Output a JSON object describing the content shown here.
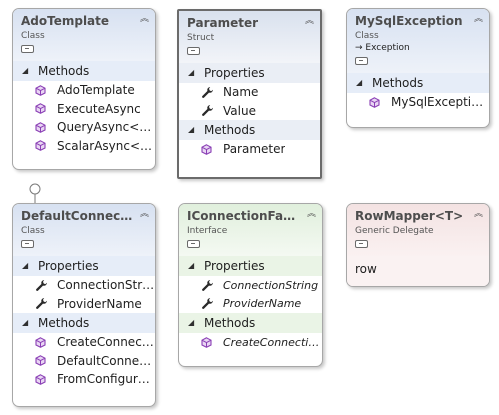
{
  "shapes": {
    "ado": {
      "title": "AdoTemplate",
      "stereotype": "Class",
      "sections": [
        {
          "label": "Methods",
          "members": [
            "AdoTemplate",
            "ExecuteAsync",
            "QueryAsync<T>",
            "ScalarAsync<T>"
          ]
        }
      ]
    },
    "param": {
      "title": "Parameter",
      "stereotype": "Struct",
      "sections": [
        {
          "label": "Properties",
          "members": [
            "Name",
            "Value"
          ]
        },
        {
          "label": "Methods",
          "members": [
            "Parameter"
          ]
        }
      ]
    },
    "mysql": {
      "title": "MySqlException",
      "stereotype": "Class",
      "base": "Exception",
      "sections": [
        {
          "label": "Methods",
          "members": [
            "MySqlExceptio..."
          ]
        }
      ]
    },
    "dcf": {
      "title": "DefaultConnecti...",
      "stereotype": "Class",
      "sections": [
        {
          "label": "Properties",
          "members": [
            "ConnectionString",
            "ProviderName"
          ]
        },
        {
          "label": "Methods",
          "members": [
            "CreateConnecti...",
            "DefaultConnect...",
            "FromConfigura..."
          ]
        }
      ]
    },
    "icf": {
      "title": "IConnectionFact...",
      "stereotype": "Interface",
      "sections": [
        {
          "label": "Properties",
          "members": [
            "ConnectionString",
            "ProviderName"
          ]
        },
        {
          "label": "Methods",
          "members": [
            "CreateConnection"
          ]
        }
      ]
    },
    "rowmapper": {
      "title": "RowMapper<T>",
      "stereotype": "Generic Delegate",
      "param": "row"
    }
  },
  "colors": {
    "class_header": "#d7e1f1",
    "interface_header": "#e0efdc",
    "delegate_header": "#f3e2e2",
    "method_icon": "#8a3fb5",
    "wrench_icon": "#2a2a2a"
  }
}
